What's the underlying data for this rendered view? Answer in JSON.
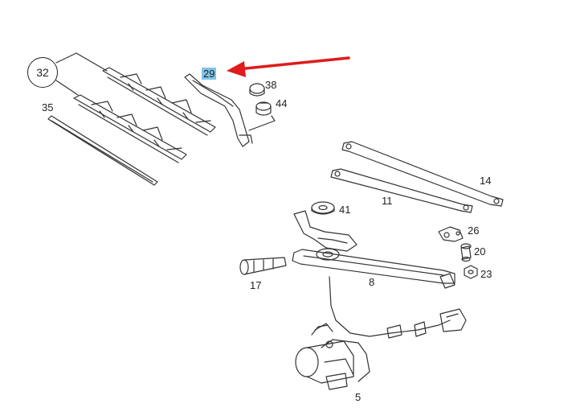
{
  "diagram": {
    "labels": {
      "p32": "32",
      "p35": "35",
      "p29": "29",
      "p38": "38",
      "p44": "44",
      "p14": "14",
      "p11": "11",
      "p41": "41",
      "p26": "26",
      "p20": "20",
      "p23": "23",
      "p17": "17",
      "p8": "8",
      "p5": "5"
    },
    "colors": {
      "line": "#333333",
      "arrow": "#e01b1b",
      "highlight": "#7fc4e6"
    }
  }
}
